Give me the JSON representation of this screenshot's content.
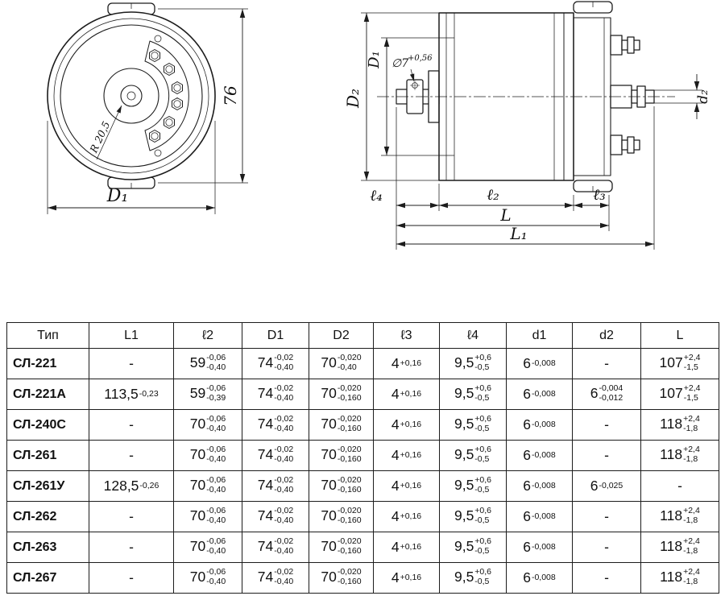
{
  "drawing": {
    "front": {
      "dim_height": "76",
      "dim_diameter": "D₁",
      "radius_note": "R 20,5"
    },
    "side": {
      "dim_outer_diameter": "D₂",
      "dim_pilot_diameter": "D₁",
      "hole_note": "∅7",
      "hole_tolerance": "+0,56",
      "dim_terminal_diameter": "d₂",
      "dim_l4": "ℓ₄",
      "dim_l2": "ℓ₂",
      "dim_l3": "ℓ₃",
      "dim_length": "L",
      "dim_length1": "L₁"
    }
  },
  "table": {
    "headers": [
      "Тип",
      "L1",
      "ℓ2",
      "D1",
      "D2",
      "ℓ3",
      "ℓ4",
      "d1",
      "d2",
      "L"
    ],
    "rows": [
      {
        "type": "СЛ-221",
        "values": [
          {
            "m": "-"
          },
          {
            "m": "59",
            "sup": "-0,06",
            "sub": "-0,40"
          },
          {
            "m": "74",
            "sup": "-0,02",
            "sub": "-0,40"
          },
          {
            "m": "70",
            "sup": "-0,020",
            "sub": "-0,40"
          },
          {
            "m": "4",
            "sup": "+0,16"
          },
          {
            "m": "9,5",
            "sup": "+0,6",
            "sub": "-0,5"
          },
          {
            "m": "6",
            "sub": "-0,008"
          },
          {
            "m": "-"
          },
          {
            "m": "107",
            "sup": "+2,4",
            "sub": "-1,5"
          }
        ]
      },
      {
        "type": "СЛ-221А",
        "values": [
          {
            "m": "113,5",
            "sub": "-0,23"
          },
          {
            "m": "59",
            "sup": "-0,06",
            "sub": "-0,39"
          },
          {
            "m": "74",
            "sup": "-0,02",
            "sub": "-0,40"
          },
          {
            "m": "70",
            "sup": "-0,020",
            "sub": "-0,160"
          },
          {
            "m": "4",
            "sup": "+0,16"
          },
          {
            "m": "9,5",
            "sup": "+0,6",
            "sub": "-0,5"
          },
          {
            "m": "6",
            "sub": "-0,008"
          },
          {
            "m": "6",
            "sup": "-0,004",
            "sub": "-0,012"
          },
          {
            "m": "107",
            "sup": "+2,4",
            "sub": "-1,5"
          }
        ]
      },
      {
        "type": "СЛ-240С",
        "values": [
          {
            "m": "-"
          },
          {
            "m": "70",
            "sup": "-0,06",
            "sub": "-0,40"
          },
          {
            "m": "74",
            "sup": "-0,02",
            "sub": "-0,40"
          },
          {
            "m": "70",
            "sup": "-0,020",
            "sub": "-0,160"
          },
          {
            "m": "4",
            "sup": "+0,16"
          },
          {
            "m": "9,5",
            "sup": "+0,6",
            "sub": "-0,5"
          },
          {
            "m": "6",
            "sub": "-0,008"
          },
          {
            "m": "-"
          },
          {
            "m": "118",
            "sup": "+2,4",
            "sub": "-1,8"
          }
        ]
      },
      {
        "type": "СЛ-261",
        "values": [
          {
            "m": "-"
          },
          {
            "m": "70",
            "sup": "-0,06",
            "sub": "-0,40"
          },
          {
            "m": "74",
            "sup": "-0,02",
            "sub": "-0,40"
          },
          {
            "m": "70",
            "sup": "-0,020",
            "sub": "-0,160"
          },
          {
            "m": "4",
            "sup": "+0,16"
          },
          {
            "m": "9,5",
            "sup": "+0,6",
            "sub": "-0,5"
          },
          {
            "m": "6",
            "sub": "-0,008"
          },
          {
            "m": "-"
          },
          {
            "m": "118",
            "sup": "+2,4",
            "sub": "-1,8"
          }
        ]
      },
      {
        "type": "СЛ-261У",
        "values": [
          {
            "m": "128,5",
            "sub": "-0,26"
          },
          {
            "m": "70",
            "sup": "-0,06",
            "sub": "-0,40"
          },
          {
            "m": "74",
            "sup": "-0,02",
            "sub": "-0,40"
          },
          {
            "m": "70",
            "sup": "-0,020",
            "sub": "-0,160"
          },
          {
            "m": "4",
            "sup": "+0,16"
          },
          {
            "m": "9,5",
            "sup": "+0,6",
            "sub": "-0,5"
          },
          {
            "m": "6",
            "sub": "-0,008"
          },
          {
            "m": "6",
            "sub": "-0,025"
          },
          {
            "m": "-"
          }
        ]
      },
      {
        "type": "СЛ-262",
        "values": [
          {
            "m": "-"
          },
          {
            "m": "70",
            "sup": "-0,06",
            "sub": "-0,40"
          },
          {
            "m": "74",
            "sup": "-0,02",
            "sub": "-0,40"
          },
          {
            "m": "70",
            "sup": "-0,020",
            "sub": "-0,160"
          },
          {
            "m": "4",
            "sup": "+0,16"
          },
          {
            "m": "9,5",
            "sup": "+0,6",
            "sub": "-0,5"
          },
          {
            "m": "6",
            "sub": "-0,008"
          },
          {
            "m": "-"
          },
          {
            "m": "118",
            "sup": "+2,4",
            "sub": "-1,8"
          }
        ]
      },
      {
        "type": "СЛ-263",
        "values": [
          {
            "m": "-"
          },
          {
            "m": "70",
            "sup": "-0,06",
            "sub": "-0,40"
          },
          {
            "m": "74",
            "sup": "-0,02",
            "sub": "-0,40"
          },
          {
            "m": "70",
            "sup": "-0,020",
            "sub": "-0,160"
          },
          {
            "m": "4",
            "sup": "+0,16"
          },
          {
            "m": "9,5",
            "sup": "+0,6",
            "sub": "-0,5"
          },
          {
            "m": "6",
            "sub": "-0,008"
          },
          {
            "m": "-"
          },
          {
            "m": "118",
            "sup": "+2,4",
            "sub": "-1,8"
          }
        ]
      },
      {
        "type": "СЛ-267",
        "values": [
          {
            "m": "-"
          },
          {
            "m": "70",
            "sup": "-0,06",
            "sub": "-0,40"
          },
          {
            "m": "74",
            "sup": "-0,02",
            "sub": "-0,40"
          },
          {
            "m": "70",
            "sup": "-0,020",
            "sub": "-0,160"
          },
          {
            "m": "4",
            "sup": "+0,16"
          },
          {
            "m": "9,5",
            "sup": "+0,6",
            "sub": "-0,5"
          },
          {
            "m": "6",
            "sub": "-0,008"
          },
          {
            "m": "-"
          },
          {
            "m": "118",
            "sup": "+2,4",
            "sub": "-1,8"
          }
        ]
      }
    ]
  }
}
